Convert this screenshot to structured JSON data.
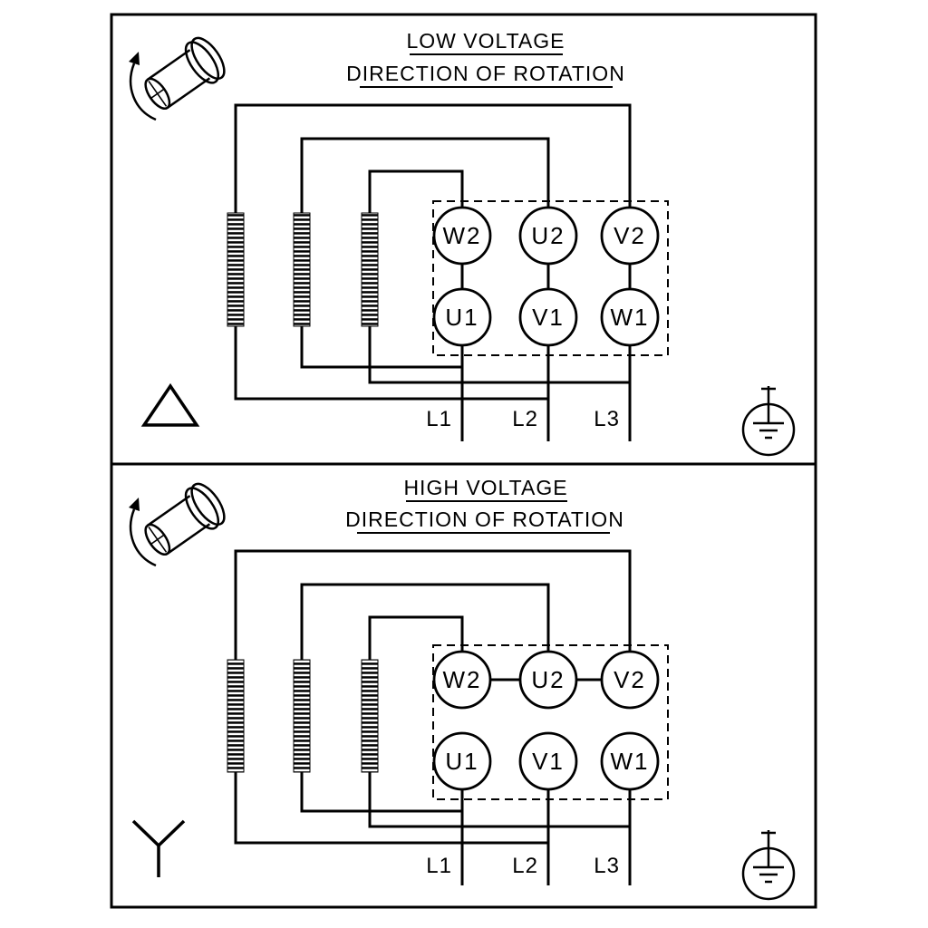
{
  "diagram": {
    "panels": [
      {
        "title": "LOW VOLTAGE",
        "subtitle": "DIRECTION OF ROTATION",
        "connection_symbol": "delta-symbol",
        "terminals": {
          "top": [
            "W2",
            "U2",
            "V2"
          ],
          "bottom": [
            "U1",
            "V1",
            "W1"
          ]
        },
        "supply_lines": [
          "L1",
          "L2",
          "L3"
        ]
      },
      {
        "title": "HIGH VOLTAGE",
        "subtitle": "DIRECTION OF ROTATION",
        "connection_symbol": "star-symbol",
        "terminals": {
          "top": [
            "W2",
            "U2",
            "V2"
          ],
          "bottom": [
            "U1",
            "V1",
            "W1"
          ]
        },
        "supply_lines": [
          "L1",
          "L2",
          "L3"
        ]
      }
    ],
    "icons": [
      "rotation-shaft-icon",
      "ground-icon"
    ],
    "colors": {
      "line": "#000000",
      "background": "#ffffff"
    }
  }
}
